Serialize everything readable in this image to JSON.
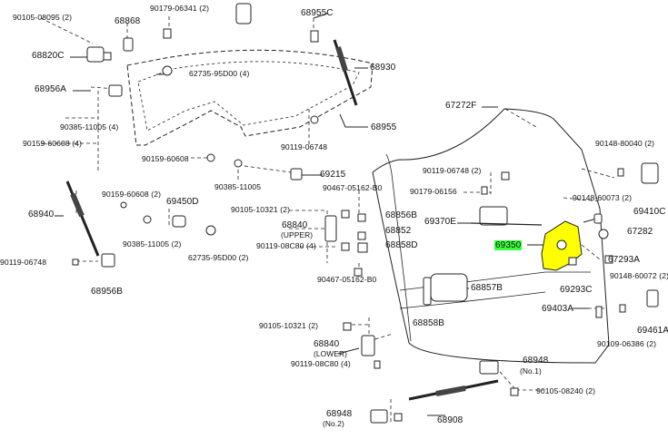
{
  "parts": {
    "p90105_08095": "90105-08095 (2)",
    "p68868": "68868",
    "p90179_06341": "90179-06341 (2)",
    "p68955C": "68955C",
    "p68820C": "68820C",
    "p68930": "68930",
    "p62735_95D00_4": "62735-95D00 (4)",
    "p68956A": "68956A",
    "p90385_11005_4": "90385-11005 (4)",
    "p90159_60608_4": "90159-60608 (4)",
    "p68955": "68955",
    "p90119_06748_a": "90119-06748",
    "p67272F": "67272F",
    "p90148_80040": "90148-80040 (2)",
    "p90159_60608_b": "90159-60608",
    "p69215": "69215",
    "p90385_11005_b": "90385-11005",
    "p90119_06748_2": "90119-06748 (2)",
    "p69410C": "69410C",
    "p90179_06156": "90179-06156",
    "p90467_05162_B0_a": "90467-05162-B0",
    "p90159_60608_2": "90159-60608 (2)",
    "p69450D": "69450D",
    "p90105_10321_2a": "90105-10321 (2)",
    "p68856B": "68856B",
    "p90148_60073": "90148-60073 (2)",
    "p68940": "68940",
    "p68840_upper": "68840",
    "p68840_upper_note": "(UPPER)",
    "p68852": "68852",
    "p69370E": "69370E",
    "p67282": "67282",
    "p90385_11005_2": "90385-11005 (2)",
    "p90119_08C80_4": "90119-08C80 (4)",
    "p68858D": "68858D",
    "p69350": "69350",
    "p67293A": "67293A",
    "p90119_06748_c": "90119-06748",
    "p62735_95D00_2": "62735-95D00 (2)",
    "p90148_60072": "90148-60072 (2)",
    "p68956B": "68956B",
    "p90467_05162_B0_b": "90467-05162-B0",
    "p68857B": "68857B",
    "p69293C": "69293C",
    "p69403A": "69403A",
    "p69461A": "69461A",
    "p90105_10321_2b": "90105-10321 (2)",
    "p68858B": "68858B",
    "p90109_06386": "90109-06386 (2)",
    "p68840_lower": "68840",
    "p68840_lower_note": "(LOWER)",
    "p68948_1": "68948",
    "p68948_1_note": "(No.1)",
    "p90119_08C80_4b": "90119-08C80 (4)",
    "p90105_08240": "90105-08240 (2)",
    "p68948_2": "68948",
    "p68948_2_note": "(No.2)",
    "p68908": "68908"
  },
  "colors": {
    "highlight": "#39ff3d",
    "highlight_part": "#ffff00",
    "line": "#111111"
  }
}
